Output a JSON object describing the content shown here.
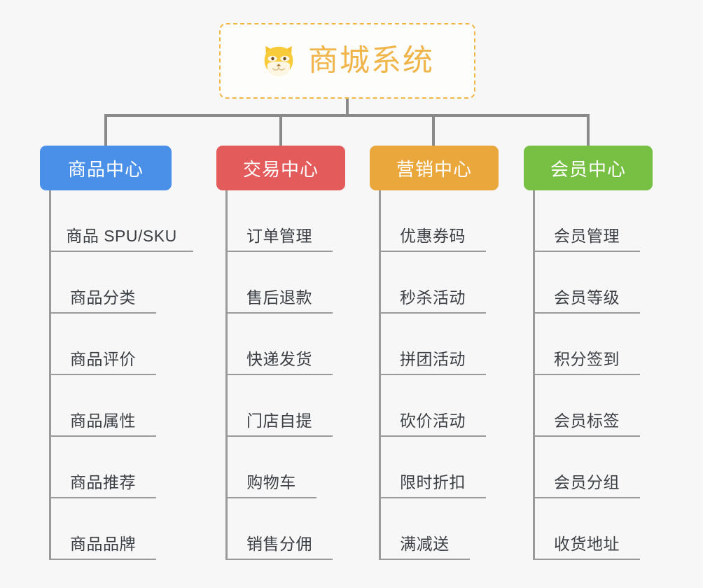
{
  "page": {
    "background_color": "#f7f7f7",
    "type": "mindmap",
    "orientation": "top-down"
  },
  "root": {
    "title": "商城系统",
    "icon": "shiba-dog-face-icon",
    "border_color": "#f0b849",
    "text_color": "#efb54b",
    "border_style": "dashed"
  },
  "connector": {
    "color": "#8a8a8a",
    "branch_color": "#9a9a9a"
  },
  "branches": [
    {
      "label": "商品中心",
      "color": "#4a90e8",
      "items": [
        {
          "label": "商品 SPU/SKU"
        },
        {
          "label": "商品分类"
        },
        {
          "label": "商品评价"
        },
        {
          "label": "商品属性"
        },
        {
          "label": "商品推荐"
        },
        {
          "label": "商品品牌"
        }
      ]
    },
    {
      "label": "交易中心",
      "color": "#e35b5b",
      "items": [
        {
          "label": "订单管理"
        },
        {
          "label": "售后退款"
        },
        {
          "label": "快递发货"
        },
        {
          "label": "门店自提"
        },
        {
          "label": "购物车"
        },
        {
          "label": "销售分佣"
        }
      ]
    },
    {
      "label": "营销中心",
      "color": "#eaa83c",
      "items": [
        {
          "label": "优惠券码"
        },
        {
          "label": "秒杀活动"
        },
        {
          "label": "拼团活动"
        },
        {
          "label": "砍价活动"
        },
        {
          "label": "限时折扣"
        },
        {
          "label": "满减送"
        }
      ]
    },
    {
      "label": "会员中心",
      "color": "#77c043",
      "items": [
        {
          "label": "会员管理"
        },
        {
          "label": "会员等级"
        },
        {
          "label": "积分签到"
        },
        {
          "label": "会员标签"
        },
        {
          "label": "会员分组"
        },
        {
          "label": "收货地址"
        }
      ]
    }
  ]
}
